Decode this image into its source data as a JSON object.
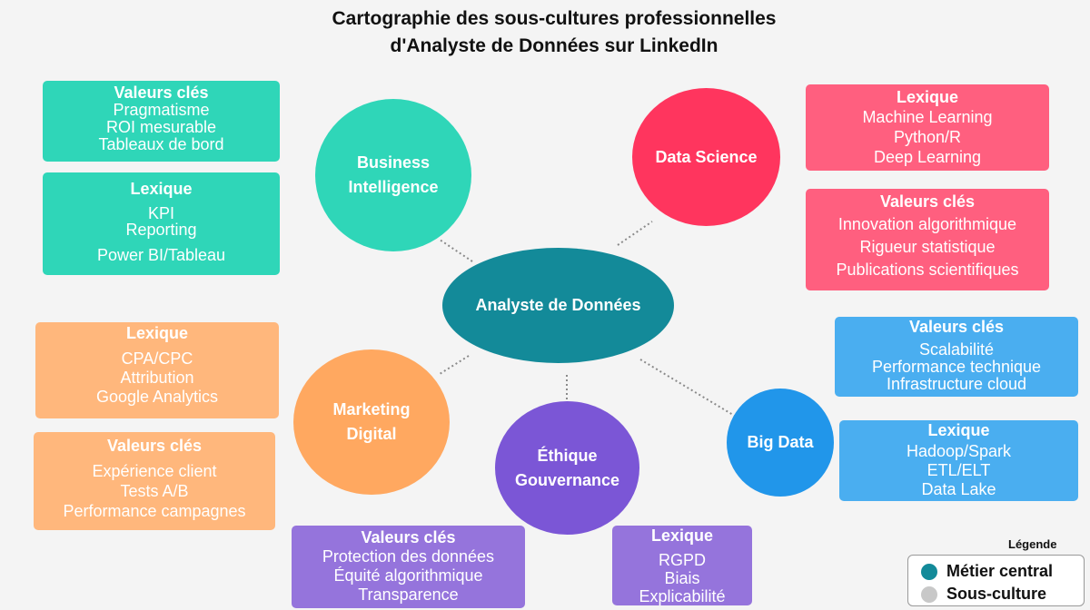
{
  "title_line1": "Cartographie des sous-cultures professionnelles",
  "title_line2": "d'Analyste de Données sur LinkedIn",
  "colors": {
    "central": "#138a99",
    "bi": "#2fd6b8",
    "ds": "#ff355e",
    "marketing": "#ffa860",
    "ethique": "#7b56d6",
    "bigdata": "#2196ea",
    "subculture_legend": "#c8c8c8"
  },
  "central": {
    "label": "Analyste de Données"
  },
  "bi": {
    "label_1": "Business",
    "label_2": "Intelligence",
    "valeurs": {
      "title": "Valeurs clés",
      "items": [
        "Pragmatisme",
        "ROI mesurable",
        "Tableaux de bord"
      ]
    },
    "lexique": {
      "title": "Lexique",
      "items": [
        "KPI",
        "Reporting",
        "Power BI/Tableau"
      ]
    }
  },
  "ds": {
    "label": "Data Science",
    "lexique": {
      "title": "Lexique",
      "items": [
        "Machine Learning",
        "Python/R",
        "Deep Learning"
      ]
    },
    "valeurs": {
      "title": "Valeurs clés",
      "items": [
        "Innovation algorithmique",
        "Rigueur statistique",
        "Publications scientifiques"
      ]
    }
  },
  "marketing": {
    "label_1": "Marketing",
    "label_2": "Digital",
    "lexique": {
      "title": "Lexique",
      "items": [
        "CPA/CPC",
        "Attribution",
        "Google Analytics"
      ]
    },
    "valeurs": {
      "title": "Valeurs clés",
      "items": [
        "Expérience client",
        "Tests A/B",
        "Performance campagnes"
      ]
    }
  },
  "ethique": {
    "label_1": "Éthique",
    "label_2": "Gouvernance",
    "valeurs": {
      "title": "Valeurs clés",
      "items": [
        "Protection des données",
        "Équité algorithmique",
        "Transparence"
      ]
    },
    "lexique": {
      "title": "Lexique",
      "items": [
        "RGPD",
        "Biais",
        "Explicabilité"
      ]
    }
  },
  "bigdata": {
    "label": "Big Data",
    "valeurs": {
      "title": "Valeurs clés",
      "items": [
        "Scalabilité",
        "Performance technique",
        "Infrastructure cloud"
      ]
    },
    "lexique": {
      "title": "Lexique",
      "items": [
        "Hadoop/Spark",
        "ETL/ELT",
        "Data Lake"
      ]
    }
  },
  "legend": {
    "title": "Légende",
    "central_label": "Métier central",
    "subculture_label": "Sous-culture"
  }
}
